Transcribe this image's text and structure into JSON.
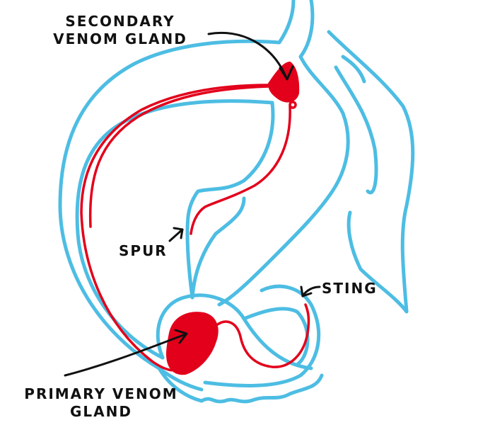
{
  "labels": {
    "secondary_line1": "SECONDARY",
    "secondary_line2": "VENOM GLAND",
    "spur": "SPUR",
    "sting": "STING",
    "primary_line1": "PRIMARY VENOM",
    "primary_line2": "GLAND"
  },
  "colors": {
    "outline": "#4dbde3",
    "venom": "#e3001b",
    "ink": "#111111"
  }
}
